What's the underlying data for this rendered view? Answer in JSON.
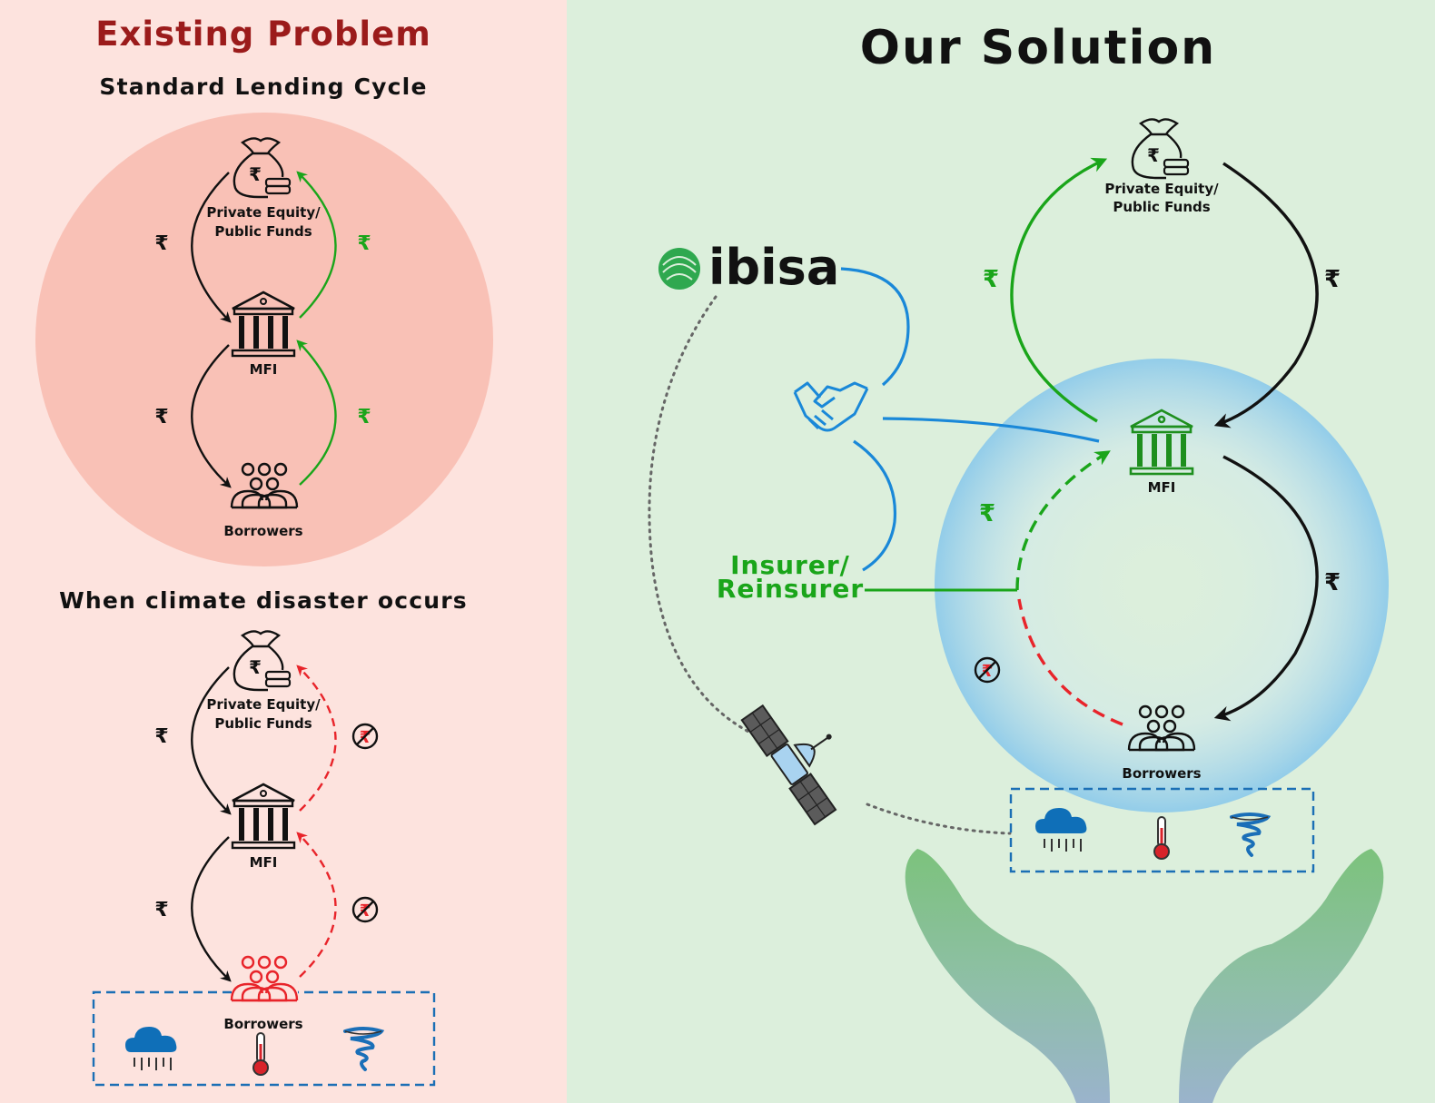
{
  "colors": {
    "left_bg": "#fde3de",
    "right_bg": "#dcefdc",
    "left_circle": "#f9c1b6",
    "dark_red_title": "#9b1b1b",
    "green": "#1aa51a",
    "red_dashed": "#e8242a",
    "blue": "#1a88d8",
    "dashed_box": "#1b6fb5",
    "black": "#111111"
  },
  "left": {
    "title": "Existing Problem",
    "cycle_subtitle": "Standard Lending Cycle",
    "disaster_subtitle": "When climate disaster occurs",
    "funds_label_1": "Private Equity/",
    "funds_label_2": "Public Funds",
    "mfi_label": "MFI",
    "borrowers_label": "Borrowers",
    "rupee": "₹"
  },
  "right": {
    "title": "Our Solution",
    "brand": "ibisa",
    "insurer_line1": "Insurer/",
    "insurer_line2": "Reinsurer",
    "funds_label_1": "Private Equity/",
    "funds_label_2": "Public Funds",
    "mfi_label": "MFI",
    "borrowers_label": "Borrowers",
    "rupee": "₹"
  },
  "icons": [
    "money-bag-icon",
    "bank-icon",
    "people-group-icon",
    "rain-cloud-icon",
    "thermometer-icon",
    "tornado-icon",
    "handshake-icon",
    "satellite-icon",
    "no-money-icon",
    "ibisa-logo-icon",
    "open-hands-icon"
  ]
}
